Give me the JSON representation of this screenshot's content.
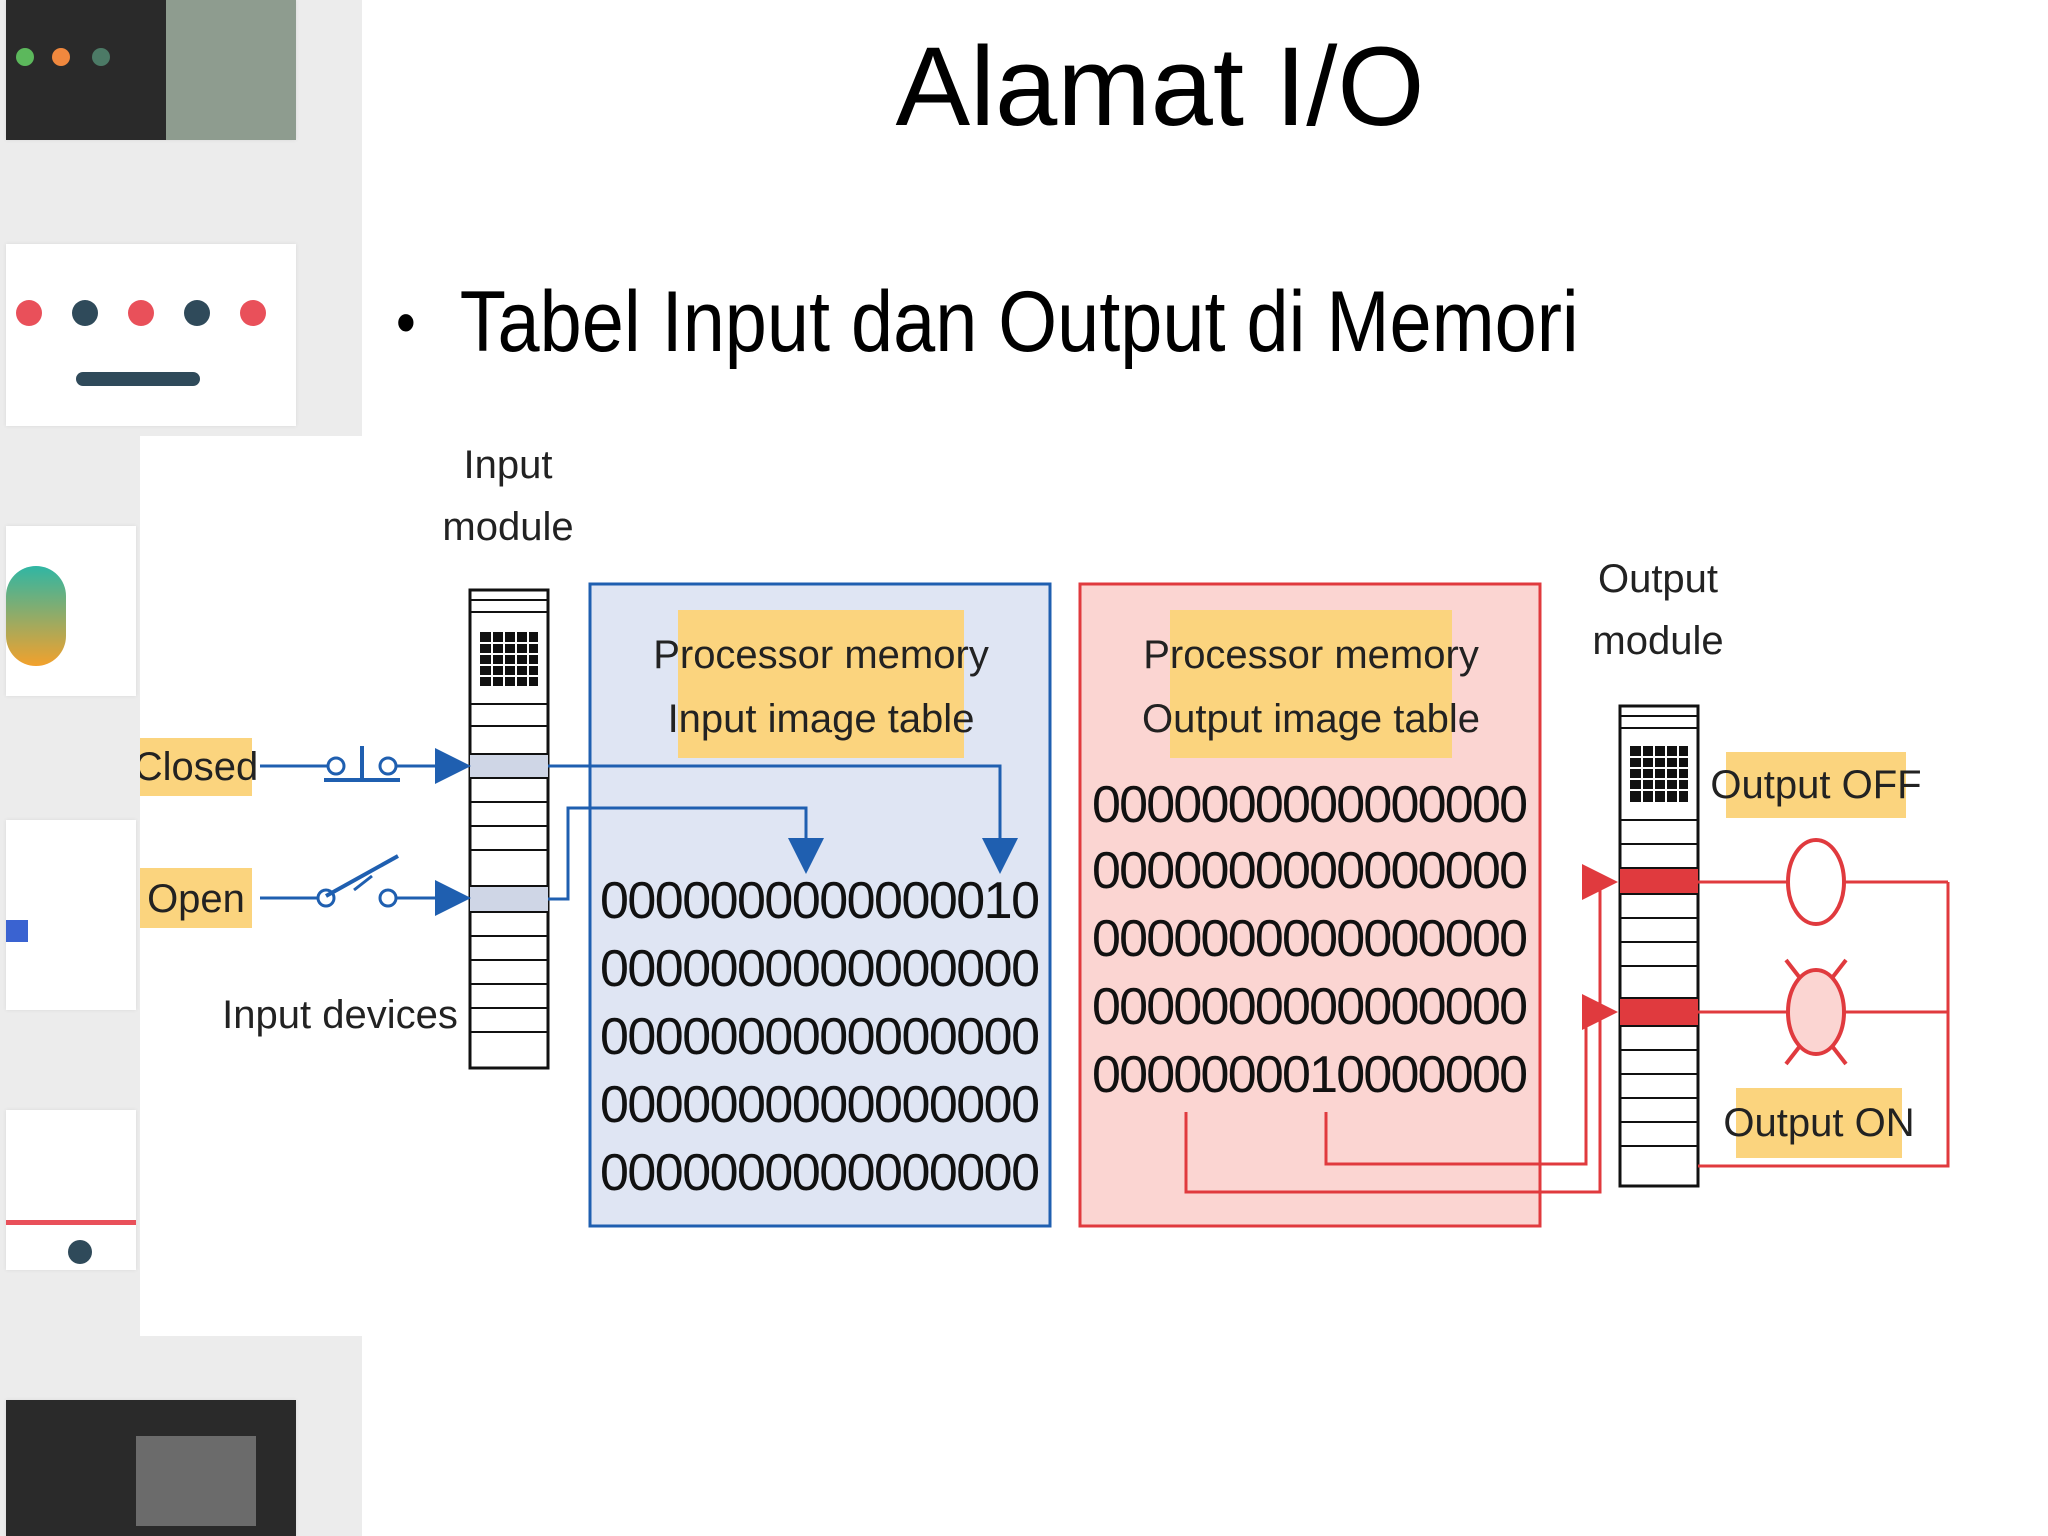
{
  "slide": {
    "title": "Alamat I/O",
    "bullet_symbol": "•",
    "bullet_text": "Tabel Input dan Output di Memori"
  },
  "diagram": {
    "input_module_label": [
      "Input",
      "module"
    ],
    "output_module_label": [
      "Output",
      "module"
    ],
    "input_devices_label": "Input devices",
    "closed_label": "Closed",
    "open_label": "Open",
    "input_memory_label": [
      "Processor memory",
      "Input image table"
    ],
    "output_memory_label": [
      "Processor memory",
      "Output image table"
    ],
    "input_table_rows": [
      "0000000000000010",
      "0000000000000000",
      "0000000000000000",
      "0000000000000000",
      "0000000000000000"
    ],
    "output_table_rows": [
      "0000000000000000",
      "0000000000000000",
      "0000000000000000",
      "0000000000000000",
      "0000000010000000"
    ],
    "output_off_label": "Output OFF",
    "output_on_label": "Output ON",
    "colors": {
      "input_blue": "#1f5fb0",
      "input_panel_fill": "#dfe5f3",
      "output_red": "#e03a3e",
      "output_panel_fill": "#fbd5d2",
      "label_fill": "#fbd47e"
    }
  }
}
